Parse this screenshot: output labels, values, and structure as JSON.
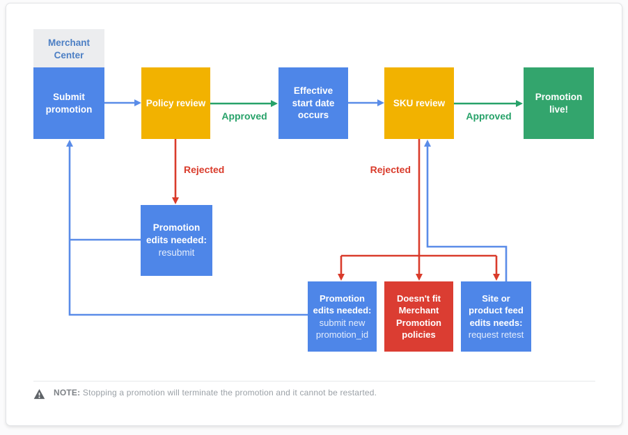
{
  "theme": {
    "blue-box": "#4E86E8",
    "blue-line": "#5A8CE8",
    "gold-box": "#F2B200",
    "green-box": "#33A56D",
    "green-line": "#27A269",
    "red-box": "#DB3D32",
    "red-line": "#D93B2B",
    "tab-bg": "#ECEDEF",
    "tab-text": "#4C7FC4",
    "note-text": "#9AA0A6",
    "note-strong": "#7E8287",
    "icon-gray": "#5F6368"
  },
  "diagram": {
    "tab": {
      "label": "Merchant Center"
    },
    "nodes": {
      "submit": {
        "label": "Submit promotion"
      },
      "policy": {
        "label": "Policy review"
      },
      "effective": {
        "label": "Effective start date occurs"
      },
      "sku": {
        "label": "SKU review"
      },
      "live": {
        "label": "Promotion live!"
      },
      "resubmit": {
        "title": "Promotion edits needed:",
        "subtitle": "resubmit"
      },
      "submit_new": {
        "title": "Promotion edits needed:",
        "subtitle": "submit new promotion_id"
      },
      "doesnt_fit": {
        "title": "Doesn't fit Merchant Promotion policies"
      },
      "site_feed": {
        "title": "Site or product feed edits needs:",
        "subtitle": "request retest"
      }
    },
    "labels": {
      "approved_policy": "Approved",
      "approved_sku": "Approved",
      "rejected_policy": "Rejected",
      "rejected_sku": "Rejected"
    }
  },
  "note": {
    "prefix": "NOTE:",
    "text": " Stopping a promotion will terminate the promotion and it cannot be restarted."
  }
}
